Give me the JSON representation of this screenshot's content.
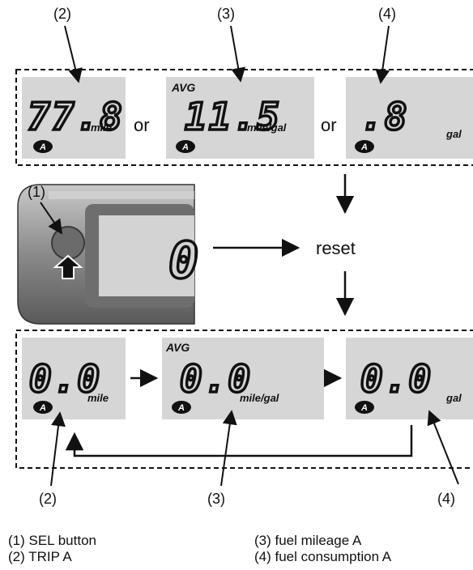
{
  "callouts": {
    "sel": "(1)",
    "trip": "(2)",
    "mileage": "(3)",
    "consumption": "(4)"
  },
  "top_row": {
    "trip": {
      "digits": "77.8",
      "unit": "mile"
    },
    "mileage": {
      "avg": "AVG",
      "digits": "11.5",
      "unit": "mile/gal"
    },
    "consumption": {
      "digits": ".8",
      "unit": "gal"
    },
    "separator": "or"
  },
  "reset_label": "reset",
  "bottom_row": {
    "trip": {
      "digits": "0.0",
      "unit": "mile"
    },
    "mileage": {
      "avg": "AVG",
      "digits": "0.0",
      "unit": "mile/gal"
    },
    "consumption": {
      "digits": "0.0",
      "unit": "gal"
    }
  },
  "badge": "A",
  "legend": {
    "item1": "(1) SEL button",
    "item2": "(2) TRIP A",
    "item3": "(3) fuel mileage A",
    "item4": "(4) fuel consumption A"
  }
}
